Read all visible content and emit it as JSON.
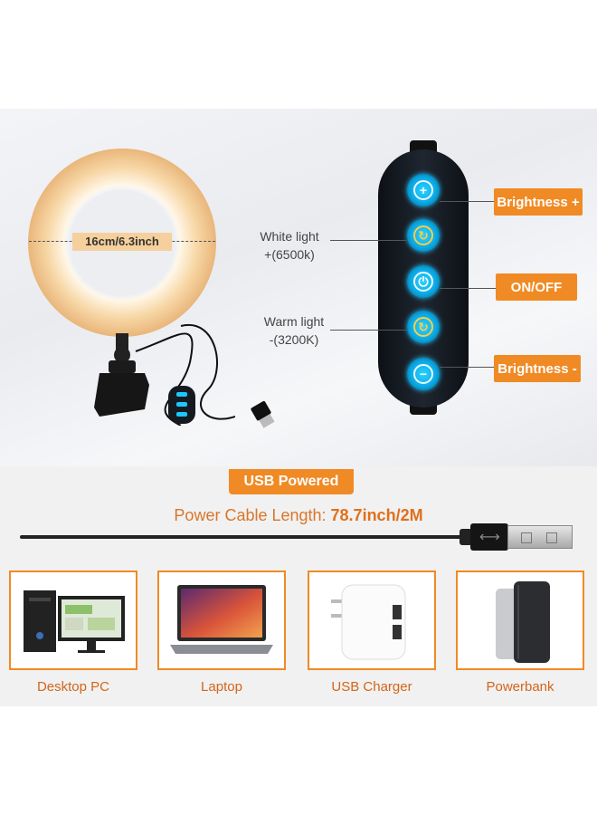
{
  "ring": {
    "size_label": "16cm/6.3inch"
  },
  "controller": {
    "white_light_line1": "White light",
    "white_light_line2": "+(6500k)",
    "warm_light_line1": "Warm light",
    "warm_light_line2": "-(3200K)"
  },
  "tags": {
    "brightness_plus": "Brightness +",
    "on_off": "ON/OFF",
    "brightness_minus": "Brightness -"
  },
  "usb": {
    "banner": "USB Powered",
    "cable_prefix": "Power Cable Length: ",
    "cable_value": "78.7inch/2M"
  },
  "devices": [
    {
      "label": "Desktop PC"
    },
    {
      "label": "Laptop"
    },
    {
      "label": "USB Charger"
    },
    {
      "label": "Powerbank"
    }
  ],
  "colors": {
    "accent": "#f08a24",
    "button_glow": "#1cc6ff",
    "controller": "#161b22"
  }
}
